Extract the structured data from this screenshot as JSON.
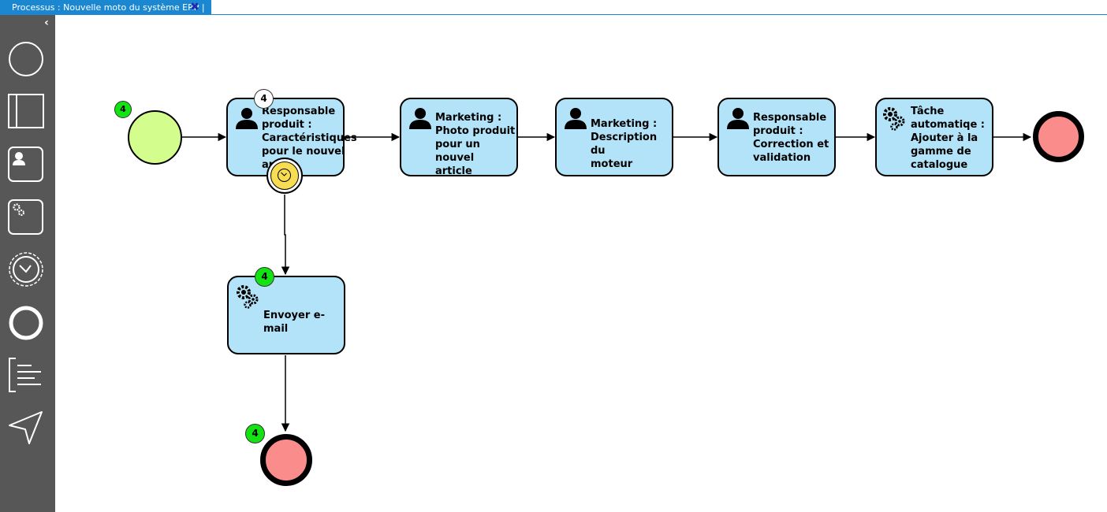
{
  "tab": {
    "title": "Processus : Nouvelle moto du système ERP |",
    "close_icon": "close-x-icon"
  },
  "palette": {
    "collapse_icon": "‹",
    "tools": [
      {
        "name": "start-event-tool",
        "icon": "circle-thin-icon"
      },
      {
        "name": "lane-tool",
        "icon": "lane-icon"
      },
      {
        "name": "user-task-tool",
        "icon": "user-task-icon"
      },
      {
        "name": "service-task-tool",
        "icon": "service-task-icon"
      },
      {
        "name": "timer-event-tool",
        "icon": "timer-icon"
      },
      {
        "name": "end-event-tool",
        "icon": "circle-thick-icon"
      },
      {
        "name": "annotation-tool",
        "icon": "annotation-icon"
      },
      {
        "name": "connect-tool",
        "icon": "send-arrow-icon"
      }
    ]
  },
  "diagram": {
    "start_badge": "4",
    "tasks": [
      {
        "label": "Responsable produit : Caractéristiques pour le nouvel article",
        "label_lines": [
          "Responsable",
          "produit :",
          "Caractéristiques",
          "pour le nouvel",
          "article"
        ],
        "type": "user",
        "badge": "4"
      },
      {
        "label_lines": [
          "Marketing :",
          "Photo produit",
          "pour un nouvel",
          "article"
        ],
        "type": "user"
      },
      {
        "label_lines": [
          "Marketing :",
          "Description du",
          "moteur"
        ],
        "type": "user"
      },
      {
        "label_lines": [
          "Responsable",
          "produit :",
          "Correction et",
          "validation"
        ],
        "type": "user"
      },
      {
        "label_lines": [
          "Tâche",
          "automatiqe :",
          "Ajouter à la",
          "gamme de",
          "catalogue"
        ],
        "type": "service"
      }
    ],
    "email_task": {
      "label": "Envoyer e-mail",
      "type": "service",
      "badge": "4"
    },
    "end2_badge": "4",
    "colors": {
      "task_fill": "#b3e3f8",
      "start_fill": "#d3fe8e",
      "end_fill": "#fa8c8c",
      "timer_fill": "#f6dd52",
      "badge_green": "#13e313",
      "tab_blue": "#1a87d0"
    }
  }
}
